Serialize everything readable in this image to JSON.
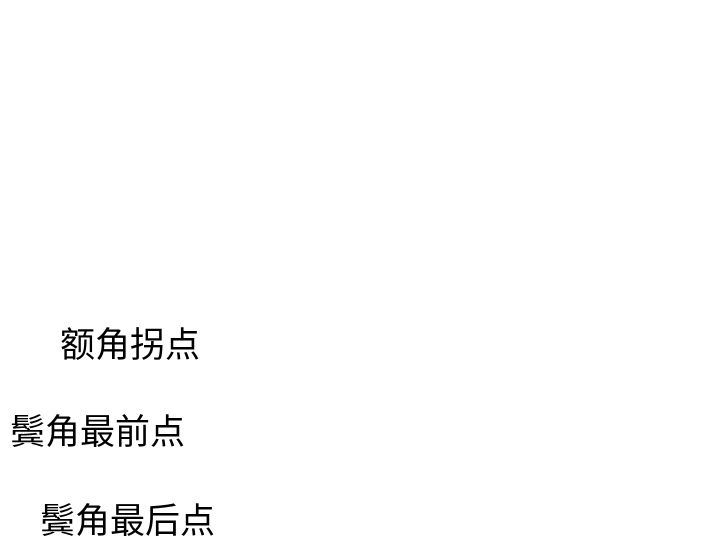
{
  "labels": [
    {
      "text": "额角拐点"
    },
    {
      "text": "鬓角最前点"
    },
    {
      "text": "鬓角最后点"
    }
  ],
  "colors": {
    "background": "#ffffff",
    "text": "#000000"
  }
}
